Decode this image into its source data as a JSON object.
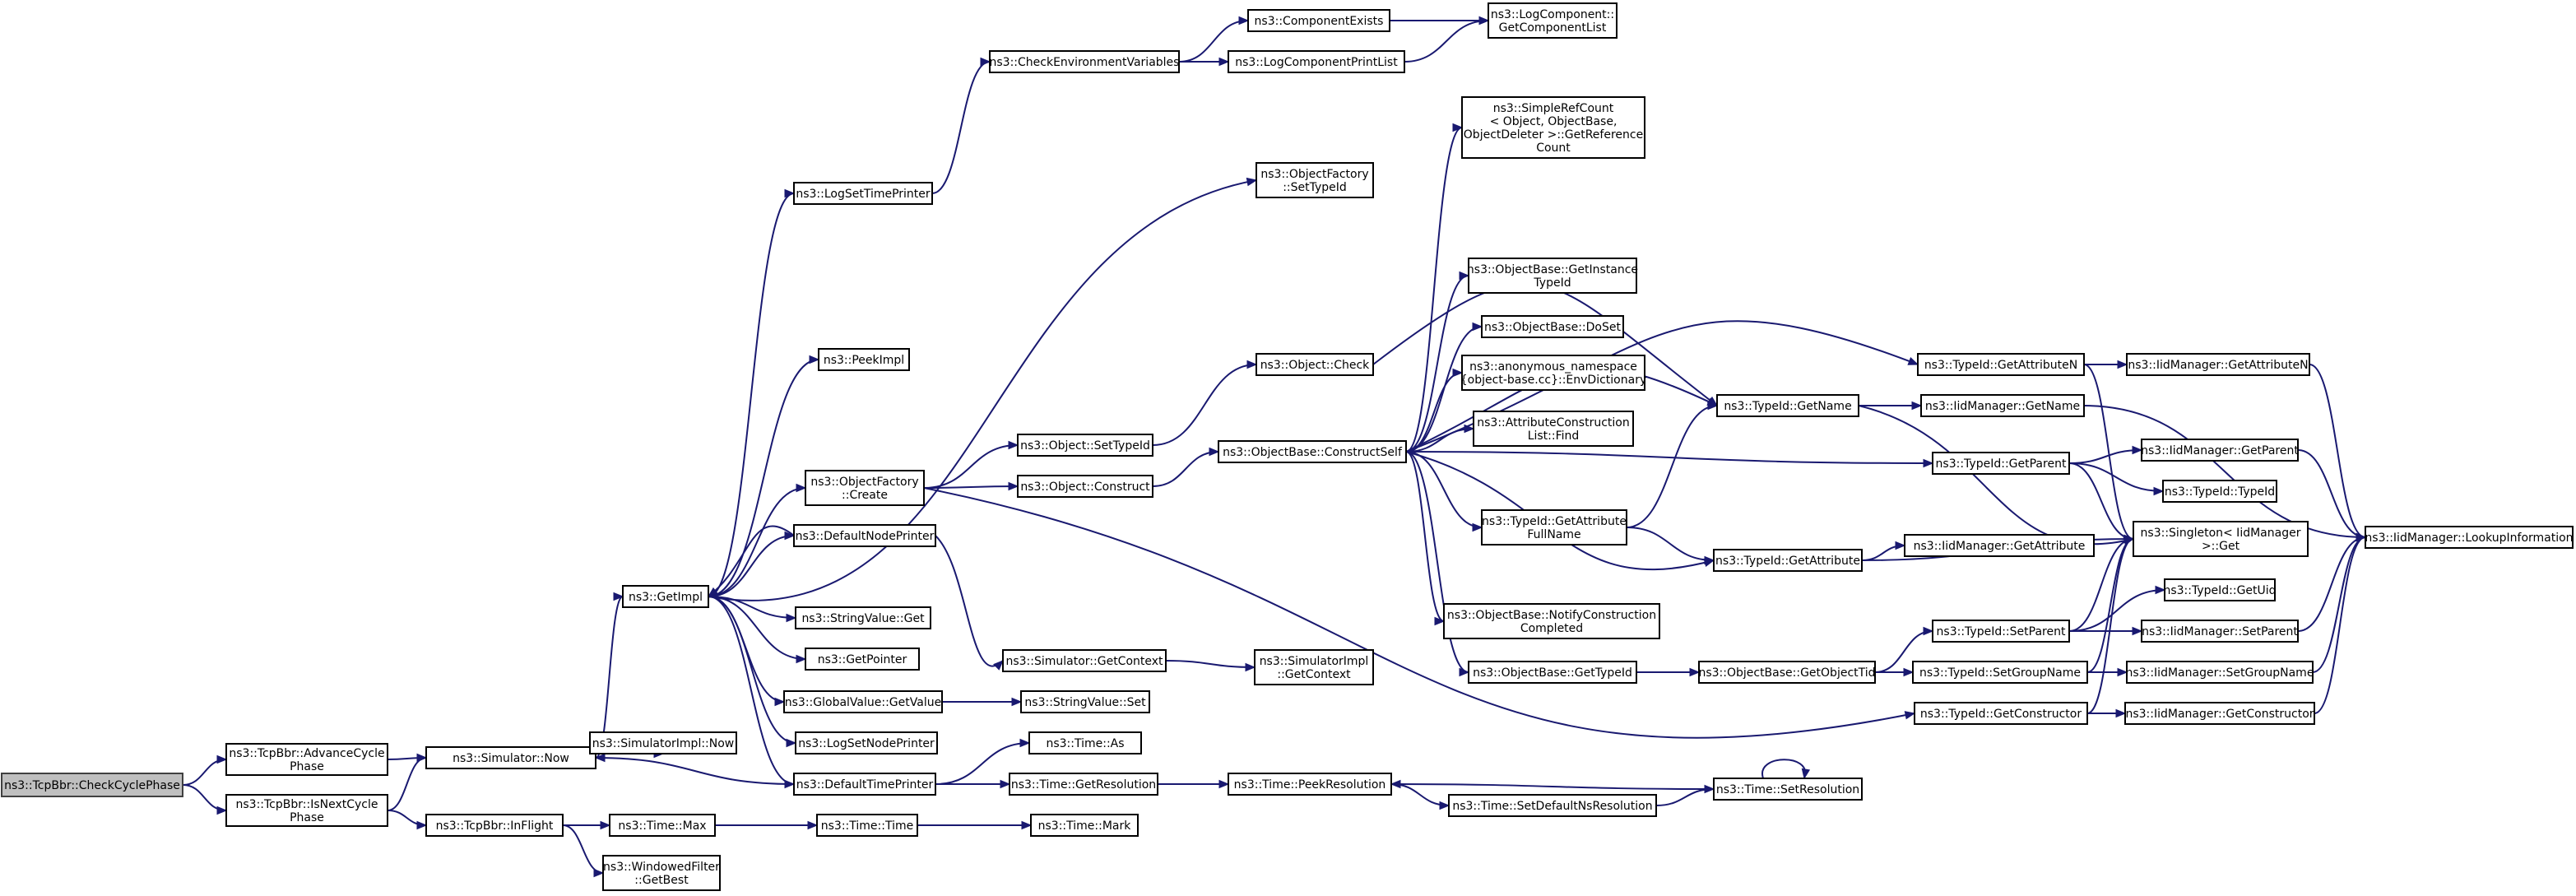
{
  "nodes": [
    {
      "id": "checkcycle",
      "label": [
        "ns3::TcpBbr::CheckCyclePhase"
      ],
      "root": true
    },
    {
      "id": "advance",
      "label": [
        "ns3::TcpBbr::AdvanceCycle",
        "Phase"
      ]
    },
    {
      "id": "isnext",
      "label": [
        "ns3::TcpBbr::IsNextCycle",
        "Phase"
      ]
    },
    {
      "id": "simnow",
      "label": [
        "ns3::Simulator::Now"
      ]
    },
    {
      "id": "inflight",
      "label": [
        "ns3::TcpBbr::InFlight"
      ]
    },
    {
      "id": "getimpl",
      "label": [
        "ns3::GetImpl"
      ]
    },
    {
      "id": "simimplnow",
      "label": [
        "ns3::SimulatorImpl::Now"
      ]
    },
    {
      "id": "timemax",
      "label": [
        "ns3::Time::Max"
      ]
    },
    {
      "id": "wingetbest",
      "label": [
        "ns3::WindowedFilter",
        "::GetBest"
      ]
    },
    {
      "id": "logsettime",
      "label": [
        "ns3::LogSetTimePrinter"
      ]
    },
    {
      "id": "peekimpl",
      "label": [
        "ns3::PeekImpl"
      ]
    },
    {
      "id": "objfcreate",
      "label": [
        "ns3::ObjectFactory",
        "::Create"
      ]
    },
    {
      "id": "defnode",
      "label": [
        "ns3::DefaultNodePrinter"
      ]
    },
    {
      "id": "strget",
      "label": [
        "ns3::StringValue::Get"
      ]
    },
    {
      "id": "getptr",
      "label": [
        "ns3::GetPointer"
      ]
    },
    {
      "id": "gvget",
      "label": [
        "ns3::GlobalValue::GetValue"
      ]
    },
    {
      "id": "logsetnode",
      "label": [
        "ns3::LogSetNodePrinter"
      ]
    },
    {
      "id": "deftime",
      "label": [
        "ns3::DefaultTimePrinter"
      ]
    },
    {
      "id": "timetime",
      "label": [
        "ns3::Time::Time"
      ]
    },
    {
      "id": "checkenv",
      "label": [
        "ns3::CheckEnvironmentVariables"
      ]
    },
    {
      "id": "objsettypeid",
      "label": [
        "ns3::Object::SetTypeId"
      ]
    },
    {
      "id": "objconstruct",
      "label": [
        "ns3::Object::Construct"
      ]
    },
    {
      "id": "simgetctx",
      "label": [
        "ns3::Simulator::GetContext"
      ]
    },
    {
      "id": "strset",
      "label": [
        "ns3::StringValue::Set"
      ]
    },
    {
      "id": "timeas",
      "label": [
        "ns3::Time::As"
      ]
    },
    {
      "id": "timegetres",
      "label": [
        "ns3::Time::GetResolution"
      ]
    },
    {
      "id": "timemark",
      "label": [
        "ns3::Time::Mark"
      ]
    },
    {
      "id": "compexists",
      "label": [
        "ns3::ComponentExists"
      ]
    },
    {
      "id": "logcompprint",
      "label": [
        "ns3::LogComponentPrintList"
      ]
    },
    {
      "id": "objfsettypeid",
      "label": [
        "ns3::ObjectFactory",
        "::SetTypeId"
      ]
    },
    {
      "id": "objcheck",
      "label": [
        "ns3::Object::Check"
      ]
    },
    {
      "id": "obconstructself",
      "label": [
        "ns3::ObjectBase::ConstructSelf"
      ]
    },
    {
      "id": "simimplgetctx",
      "label": [
        "ns3::SimulatorImpl",
        "::GetContext"
      ]
    },
    {
      "id": "timepeekres",
      "label": [
        "ns3::Time::PeekResolution"
      ]
    },
    {
      "id": "logcompgetlist",
      "label": [
        "ns3::LogComponent::",
        "GetComponentList"
      ]
    },
    {
      "id": "simplerefcount",
      "label": [
        "ns3::SimpleRefCount",
        "< Object, ObjectBase,",
        " ObjectDeleter >::GetReference",
        "Count"
      ]
    },
    {
      "id": "obgetinst",
      "label": [
        "ns3::ObjectBase::GetInstance",
        "TypeId"
      ]
    },
    {
      "id": "obdoset",
      "label": [
        "ns3::ObjectBase::DoSet"
      ]
    },
    {
      "id": "anonenv",
      "label": [
        "ns3::anonymous_namespace",
        "{object-base.cc}::EnvDictionary"
      ]
    },
    {
      "id": "attrfind",
      "label": [
        "ns3::AttributeConstruction",
        "List::Find"
      ]
    },
    {
      "id": "tidgetattrfull",
      "label": [
        "ns3::TypeId::GetAttribute",
        "FullName"
      ]
    },
    {
      "id": "obnotify",
      "label": [
        "ns3::ObjectBase::NotifyConstruction",
        "Completed"
      ]
    },
    {
      "id": "obgettypeid",
      "label": [
        "ns3::ObjectBase::GetTypeId"
      ]
    },
    {
      "id": "timesetdefns",
      "label": [
        "ns3::Time::SetDefaultNsResolution"
      ]
    },
    {
      "id": "tidgetname",
      "label": [
        "ns3::TypeId::GetName"
      ]
    },
    {
      "id": "tidgetattr",
      "label": [
        "ns3::TypeId::GetAttribute"
      ]
    },
    {
      "id": "obgetobjtid",
      "label": [
        "ns3::ObjectBase::GetObjectTid"
      ]
    },
    {
      "id": "timesetres",
      "label": [
        "ns3::Time::SetResolution"
      ]
    },
    {
      "id": "tidgetattrn",
      "label": [
        "ns3::TypeId::GetAttributeN"
      ]
    },
    {
      "id": "tidgetparent",
      "label": [
        "ns3::TypeId::GetParent"
      ]
    },
    {
      "id": "tidsetparent",
      "label": [
        "ns3::TypeId::SetParent"
      ]
    },
    {
      "id": "tidsetgroup",
      "label": [
        "ns3::TypeId::SetGroupName"
      ]
    },
    {
      "id": "tidgetctor",
      "label": [
        "ns3::TypeId::GetConstructor"
      ]
    },
    {
      "id": "iidgetattrn",
      "label": [
        "ns3::IidManager::GetAttributeN"
      ]
    },
    {
      "id": "iidgetname",
      "label": [
        "ns3::IidManager::GetName"
      ]
    },
    {
      "id": "iidgetparent",
      "label": [
        "ns3::IidManager::GetParent"
      ]
    },
    {
      "id": "tidtypeid",
      "label": [
        "ns3::TypeId::TypeId"
      ]
    },
    {
      "id": "singleton",
      "label": [
        "ns3::Singleton< IidManager",
        " >::Get"
      ]
    },
    {
      "id": "iidgetattr",
      "label": [
        "ns3::IidManager::GetAttribute"
      ]
    },
    {
      "id": "tidgetuid",
      "label": [
        "ns3::TypeId::GetUid"
      ]
    },
    {
      "id": "iidsetparent",
      "label": [
        "ns3::IidManager::SetParent"
      ]
    },
    {
      "id": "iidsetgroup",
      "label": [
        "ns3::IidManager::SetGroupName"
      ]
    },
    {
      "id": "iidgetctor",
      "label": [
        "ns3::IidManager::GetConstructor"
      ]
    },
    {
      "id": "iidlookup",
      "label": [
        "ns3::IidManager::LookupInformation"
      ]
    }
  ],
  "edges": [
    {
      "from": "checkcycle",
      "to": "advance"
    },
    {
      "from": "checkcycle",
      "to": "isnext"
    },
    {
      "from": "advance",
      "to": "simnow"
    },
    {
      "from": "isnext",
      "to": "simnow"
    },
    {
      "from": "isnext",
      "to": "inflight"
    },
    {
      "from": "simnow",
      "to": "getimpl"
    },
    {
      "from": "simnow",
      "to": "simimplnow"
    },
    {
      "from": "inflight",
      "to": "timemax"
    },
    {
      "from": "inflight",
      "to": "wingetbest"
    },
    {
      "from": "getimpl",
      "to": "logsettime"
    },
    {
      "from": "getimpl",
      "to": "peekimpl"
    },
    {
      "from": "getimpl",
      "to": "objfcreate"
    },
    {
      "from": "getimpl",
      "to": "defnode"
    },
    {
      "from": "getimpl",
      "to": "strget"
    },
    {
      "from": "getimpl",
      "to": "getptr"
    },
    {
      "from": "getimpl",
      "to": "gvget"
    },
    {
      "from": "getimpl",
      "to": "logsetnode"
    },
    {
      "from": "getimpl",
      "to": "deftime"
    },
    {
      "from": "getimpl",
      "to": "objfsettypeid"
    },
    {
      "from": "defnode",
      "to": "getimpl"
    },
    {
      "from": "defnode",
      "to": "simgetctx"
    },
    {
      "from": "deftime",
      "to": "simnow"
    },
    {
      "from": "deftime",
      "to": "timeas"
    },
    {
      "from": "deftime",
      "to": "timegetres"
    },
    {
      "from": "timemax",
      "to": "timetime"
    },
    {
      "from": "timetime",
      "to": "timemark"
    },
    {
      "from": "logsettime",
      "to": "checkenv"
    },
    {
      "from": "checkenv",
      "to": "compexists"
    },
    {
      "from": "checkenv",
      "to": "logcompprint"
    },
    {
      "from": "compexists",
      "to": "logcompgetlist"
    },
    {
      "from": "logcompprint",
      "to": "logcompgetlist"
    },
    {
      "from": "objfcreate",
      "to": "objsettypeid"
    },
    {
      "from": "objfcreate",
      "to": "objconstruct"
    },
    {
      "from": "objfcreate",
      "to": "tidgetctor"
    },
    {
      "from": "objsettypeid",
      "to": "objcheck"
    },
    {
      "from": "objcheck",
      "to": "tidgetname"
    },
    {
      "from": "objconstruct",
      "to": "obconstructself"
    },
    {
      "from": "gvget",
      "to": "strset"
    },
    {
      "from": "simgetctx",
      "to": "simimplgetctx"
    },
    {
      "from": "timegetres",
      "to": "timepeekres"
    },
    {
      "from": "obconstructself",
      "to": "simplerefcount"
    },
    {
      "from": "obconstructself",
      "to": "tidgetattrn"
    },
    {
      "from": "obconstructself",
      "to": "tidgetname"
    },
    {
      "from": "obconstructself",
      "to": "obgetinst"
    },
    {
      "from": "obconstructself",
      "to": "obdoset"
    },
    {
      "from": "obconstructself",
      "to": "anonenv"
    },
    {
      "from": "obconstructself",
      "to": "attrfind"
    },
    {
      "from": "obconstructself",
      "to": "tidgetparent"
    },
    {
      "from": "obconstructself",
      "to": "tidgetattrfull"
    },
    {
      "from": "obconstructself",
      "to": "tidgetattr"
    },
    {
      "from": "obconstructself",
      "to": "obnotify"
    },
    {
      "from": "obconstructself",
      "to": "obgettypeid"
    },
    {
      "from": "tidgetattrfull",
      "to": "tidgetname"
    },
    {
      "from": "tidgetattrfull",
      "to": "tidgetattr"
    },
    {
      "from": "obgettypeid",
      "to": "obgetobjtid"
    },
    {
      "from": "obgetobjtid",
      "to": "tidsetparent"
    },
    {
      "from": "obgetobjtid",
      "to": "tidsetgroup"
    },
    {
      "from": "timepeekres",
      "to": "timesetdefns"
    },
    {
      "from": "timesetdefns",
      "to": "timesetres"
    },
    {
      "from": "timesetres",
      "to": "timepeekres"
    },
    {
      "from": "timesetres",
      "to": "timesetres"
    },
    {
      "from": "tidgetname",
      "to": "iidgetname"
    },
    {
      "from": "tidgetname",
      "to": "singleton"
    },
    {
      "from": "tidgetattr",
      "to": "iidgetattr"
    },
    {
      "from": "tidgetattr",
      "to": "singleton"
    },
    {
      "from": "tidgetattrn",
      "to": "iidgetattrn"
    },
    {
      "from": "tidgetattrn",
      "to": "singleton"
    },
    {
      "from": "tidgetparent",
      "to": "iidgetparent"
    },
    {
      "from": "tidgetparent",
      "to": "tidtypeid"
    },
    {
      "from": "tidgetparent",
      "to": "singleton"
    },
    {
      "from": "tidsetparent",
      "to": "tidgetuid"
    },
    {
      "from": "tidsetparent",
      "to": "iidsetparent"
    },
    {
      "from": "tidsetparent",
      "to": "singleton"
    },
    {
      "from": "tidsetgroup",
      "to": "iidsetgroup"
    },
    {
      "from": "tidsetgroup",
      "to": "singleton"
    },
    {
      "from": "tidgetctor",
      "to": "iidgetctor"
    },
    {
      "from": "tidgetctor",
      "to": "singleton"
    },
    {
      "from": "iidgetattrn",
      "to": "iidlookup"
    },
    {
      "from": "iidgetname",
      "to": "iidlookup"
    },
    {
      "from": "iidgetparent",
      "to": "iidlookup"
    },
    {
      "from": "iidsetparent",
      "to": "iidlookup"
    },
    {
      "from": "iidsetgroup",
      "to": "iidlookup"
    },
    {
      "from": "iidgetctor",
      "to": "iidlookup"
    }
  ]
}
